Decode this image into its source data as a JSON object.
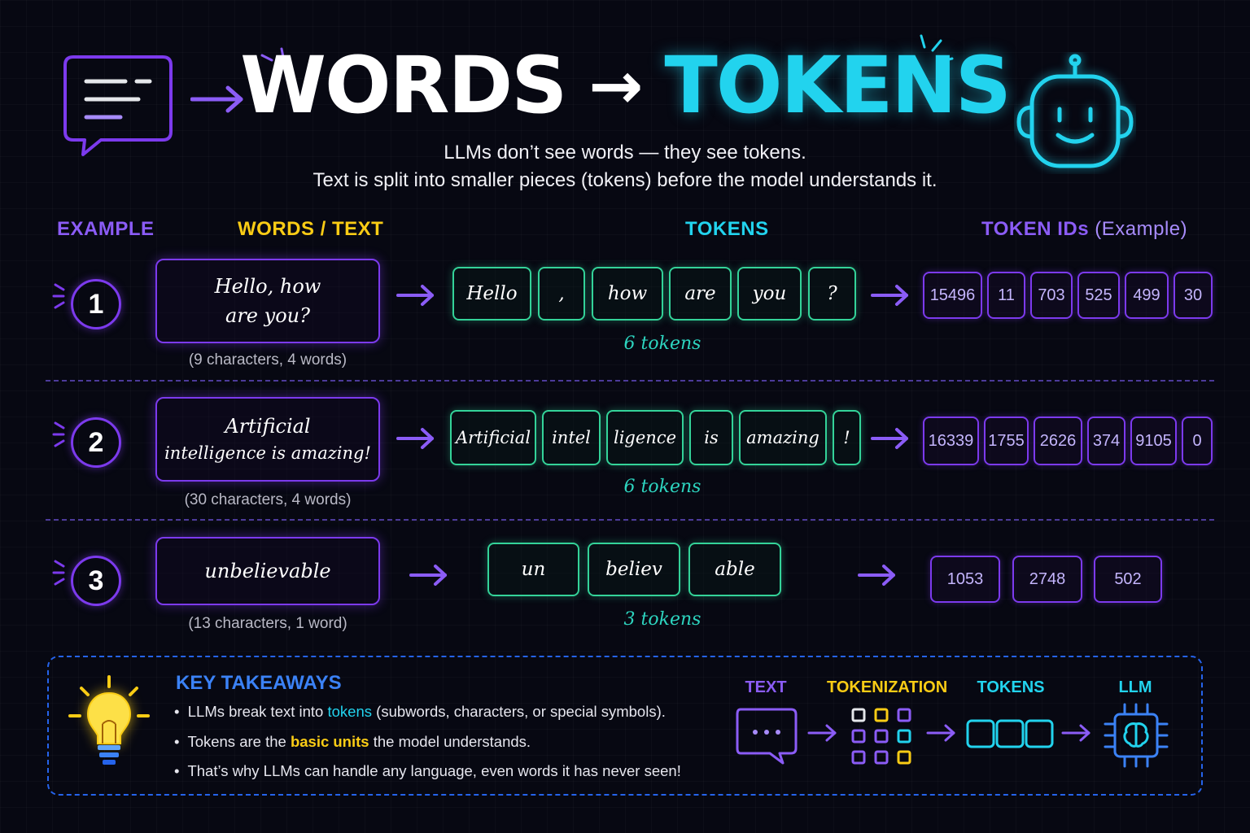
{
  "header": {
    "title_words": "WORDS",
    "title_arrow": "→",
    "title_tokens": "TOKENS",
    "subtitle_1": "LLMs don’t see words — they see tokens.",
    "subtitle_2": "Text is split into smaller pieces (tokens) before the model understands it."
  },
  "columns": {
    "example": "EXAMPLE",
    "words": "WORDS / TEXT",
    "tokens": "TOKENS",
    "ids": "TOKEN IDs",
    "ids_sub": "(Example)"
  },
  "examples": [
    {
      "number": "1",
      "text_line1": "Hello, how",
      "text_line2": "are you?",
      "count": "(9 characters, 4 words)",
      "tokens": [
        "Hello",
        ",",
        "how",
        "are",
        "you",
        "?"
      ],
      "token_count": "6 tokens",
      "ids": [
        "15496",
        "11",
        "703",
        "525",
        "499",
        "30"
      ]
    },
    {
      "number": "2",
      "text_line1": "Artificial",
      "text_line2": "intelligence is amazing!",
      "count": "(30 characters, 4 words)",
      "tokens": [
        "Artificial",
        "intel",
        "ligence",
        "is",
        "amazing",
        "!"
      ],
      "token_count": "6 tokens",
      "ids": [
        "16339",
        "1755",
        "2626",
        "374",
        "9105",
        "0"
      ]
    },
    {
      "number": "3",
      "text_line1": "unbelievable",
      "text_line2": "",
      "count": "(13 characters, 1 word)",
      "tokens": [
        "un",
        "believ",
        "able"
      ],
      "token_count": "3 tokens",
      "ids": [
        "1053",
        "2748",
        "502"
      ]
    }
  ],
  "takeaways": {
    "title": "KEY TAKEAWAYS",
    "item1_pre": "LLMs break text into ",
    "item1_hl": "tokens",
    "item1_post": " (subwords, characters, or special symbols).",
    "item2_pre": "Tokens are the ",
    "item2_hl": "basic units",
    "item2_post": " the model understands.",
    "item3": "That’s why LLMs can handle any language, even words it has never seen!"
  },
  "flow": {
    "text": "TEXT",
    "tokenization": "TOKENIZATION",
    "tokens": "TOKENS",
    "llm": "LLM"
  },
  "colors": {
    "purple": "#7c3aed",
    "cyan": "#22d3ee",
    "green": "#34d399",
    "yellow": "#facc15",
    "blue": "#3b82f6"
  }
}
